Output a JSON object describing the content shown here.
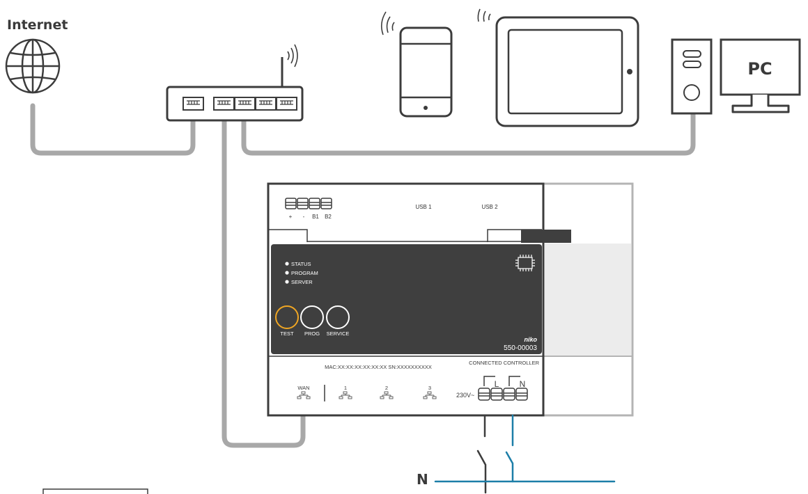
{
  "internet": {
    "label": "Internet"
  },
  "pc": {
    "label": "PC"
  },
  "controller": {
    "bus_terminals": [
      "+",
      "-",
      "B1",
      "B2"
    ],
    "usb_ports": [
      "USB 1",
      "USB 2"
    ],
    "leds": [
      "STATUS",
      "PROGRAM",
      "SERVER"
    ],
    "buttons": [
      "TEST",
      "PROG",
      "SERVICE"
    ],
    "brand": "niko",
    "model": "550-00003",
    "mac_serial": "MAC:XX:XX:XX:XX:XX:XX   SN:XXXXXXXXXX",
    "name": "CONNECTED CONTROLLER",
    "ethernet_ports": [
      "WAN",
      "1",
      "2",
      "3"
    ],
    "voltage": "230V~",
    "power_terminals": [
      "L",
      "N"
    ]
  },
  "neutral_label": "N",
  "colors": {
    "cable": "#a8a8a8",
    "outline": "#3c3c3c",
    "panel": "#3f3f3f",
    "test_button": "#f0a623",
    "neutral_wire": "#1c7ea8"
  }
}
